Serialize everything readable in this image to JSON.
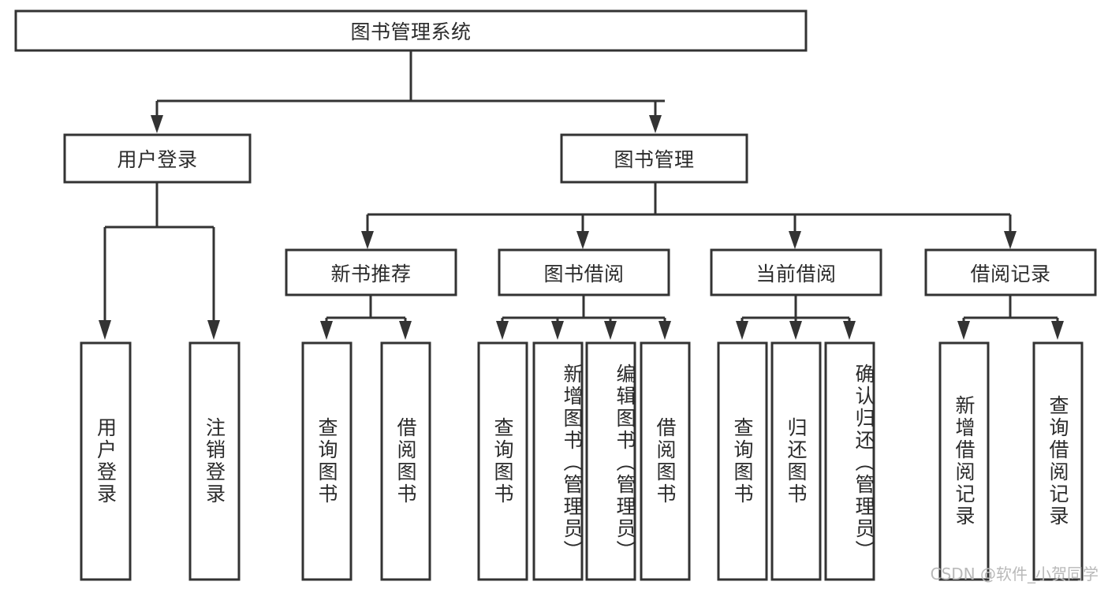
{
  "diagram": {
    "type": "tree",
    "title": "图书管理系统",
    "orientation": "top-down",
    "watermark": "CSDN @软件_小贺同学",
    "colors": {
      "stroke": "#333333",
      "fill": "#ffffff",
      "text": "#2b2b2b",
      "watermark": "#b9b9b9"
    },
    "levels": [
      {
        "level": 1,
        "nodes": [
          {
            "id": "root",
            "label": "图书管理系统",
            "orientation": "horizontal"
          }
        ]
      },
      {
        "level": 2,
        "nodes": [
          {
            "id": "login",
            "label": "用户登录",
            "orientation": "horizontal",
            "parent": "root"
          },
          {
            "id": "bookmgmt",
            "label": "图书管理",
            "orientation": "horizontal",
            "parent": "root"
          }
        ]
      },
      {
        "level": 3,
        "nodes": [
          {
            "id": "newbook",
            "label": "新书推荐",
            "orientation": "horizontal",
            "parent": "bookmgmt"
          },
          {
            "id": "borrow",
            "label": "图书借阅",
            "orientation": "horizontal",
            "parent": "bookmgmt"
          },
          {
            "id": "current",
            "label": "当前借阅",
            "orientation": "horizontal",
            "parent": "bookmgmt"
          },
          {
            "id": "records",
            "label": "借阅记录",
            "orientation": "horizontal",
            "parent": "bookmgmt"
          }
        ]
      },
      {
        "level": 4,
        "nodes": [
          {
            "id": "leaf-user-login",
            "label": "用户登录",
            "orientation": "vertical",
            "parent": "login"
          },
          {
            "id": "leaf-user-logout",
            "label": "注销登录",
            "orientation": "vertical",
            "parent": "login"
          },
          {
            "id": "leaf-newbook-query",
            "label": "查询图书",
            "orientation": "vertical",
            "parent": "newbook"
          },
          {
            "id": "leaf-newbook-borrow",
            "label": "借阅图书",
            "orientation": "vertical",
            "parent": "newbook"
          },
          {
            "id": "leaf-borrow-query",
            "label": "查询图书",
            "orientation": "vertical",
            "parent": "borrow"
          },
          {
            "id": "leaf-borrow-add",
            "label": "新增图书（管理员）",
            "orientation": "vertical",
            "parent": "borrow"
          },
          {
            "id": "leaf-borrow-edit",
            "label": "编辑图书（管理员）",
            "orientation": "vertical",
            "parent": "borrow"
          },
          {
            "id": "leaf-borrow-lend",
            "label": "借阅图书",
            "orientation": "vertical",
            "parent": "borrow"
          },
          {
            "id": "leaf-current-query",
            "label": "查询图书",
            "orientation": "vertical",
            "parent": "current"
          },
          {
            "id": "leaf-current-return",
            "label": "归还图书",
            "orientation": "vertical",
            "parent": "current"
          },
          {
            "id": "leaf-current-confirm",
            "label": "确认归还（管理员）",
            "orientation": "vertical",
            "parent": "current"
          },
          {
            "id": "leaf-records-add",
            "label": "新增借阅记录",
            "orientation": "vertical",
            "parent": "records"
          },
          {
            "id": "leaf-records-query",
            "label": "查询借阅记录",
            "orientation": "vertical",
            "parent": "records"
          }
        ]
      }
    ]
  }
}
